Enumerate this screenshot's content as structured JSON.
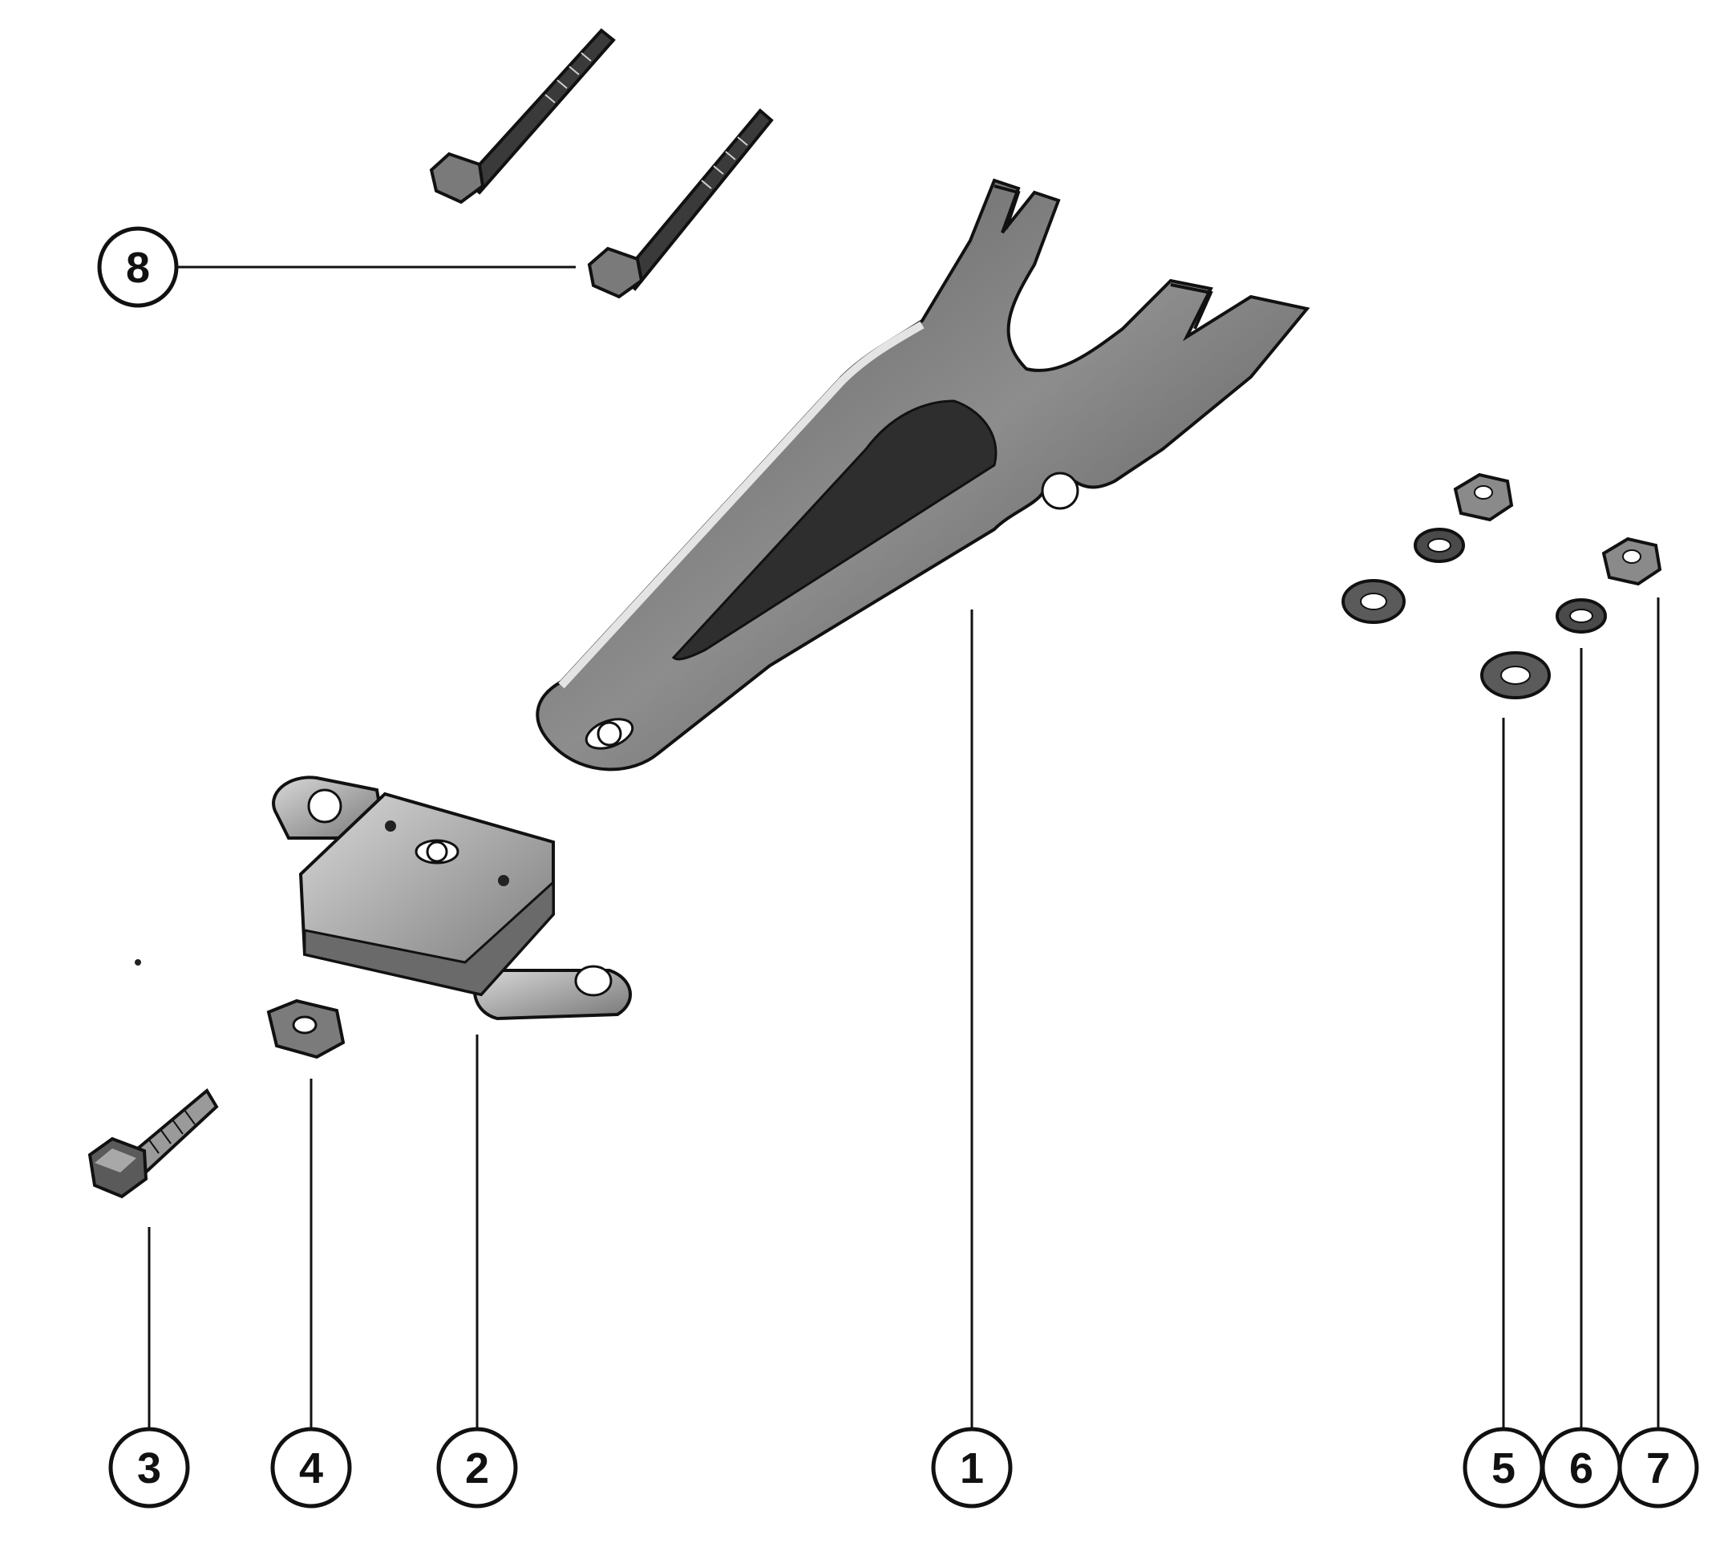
{
  "colors": {
    "background": "#ffffff",
    "ink": "#111111",
    "metal_dark": "#3b3b3b",
    "metal_mid": "#7a7a7a",
    "metal_light": "#cfcfcf"
  },
  "callouts": [
    {
      "id": "callout-1",
      "label": "1"
    },
    {
      "id": "callout-2",
      "label": "2"
    },
    {
      "id": "callout-3",
      "label": "3"
    },
    {
      "id": "callout-4",
      "label": "4"
    },
    {
      "id": "callout-5",
      "label": "5"
    },
    {
      "id": "callout-6",
      "label": "6"
    },
    {
      "id": "callout-7",
      "label": "7"
    },
    {
      "id": "callout-8",
      "label": "8"
    }
  ]
}
